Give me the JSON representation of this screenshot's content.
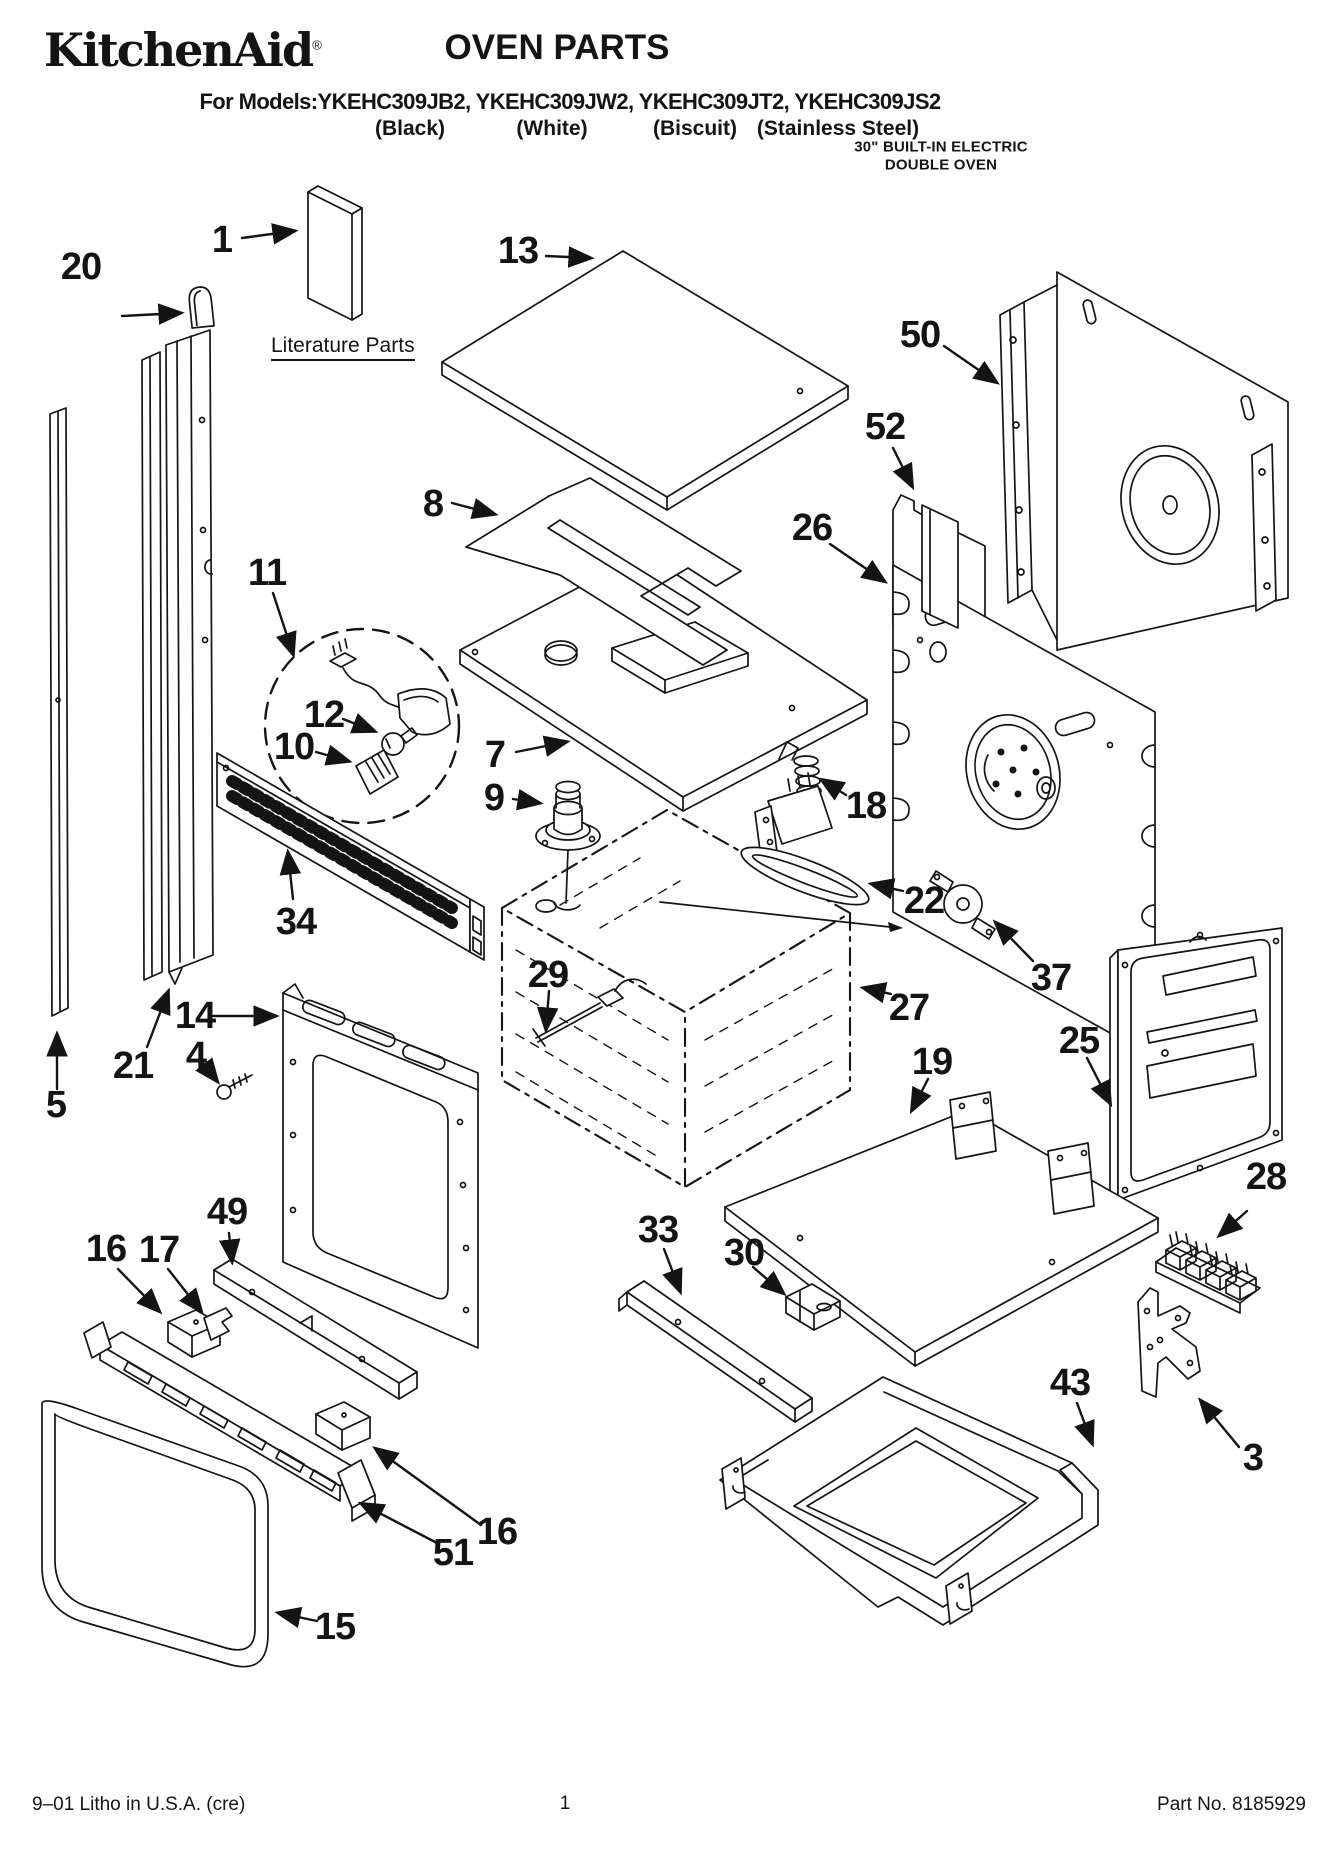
{
  "header": {
    "brand": "KitchenAid",
    "registered_mark": "®",
    "title": "OVEN PARTS",
    "models_line": "For Models:YKEHC309JB2, YKEHC309JW2, YKEHC309JT2, YKEHC309JS2",
    "finishes": [
      "(Black)",
      "(White)",
      "(Biscuit)",
      "(Stainless Steel)"
    ],
    "product_type_line1": "30\" BUILT-IN ELECTRIC",
    "product_type_line2": "DOUBLE OVEN"
  },
  "diagram": {
    "literature_label": "Literature Parts",
    "callouts": [
      {
        "label": "1"
      },
      {
        "label": "20"
      },
      {
        "label": "13"
      },
      {
        "label": "50"
      },
      {
        "label": "52"
      },
      {
        "label": "8"
      },
      {
        "label": "26"
      },
      {
        "label": "11"
      },
      {
        "label": "12"
      },
      {
        "label": "10"
      },
      {
        "label": "7"
      },
      {
        "label": "9"
      },
      {
        "label": "18"
      },
      {
        "label": "22"
      },
      {
        "label": "34"
      },
      {
        "label": "29"
      },
      {
        "label": "37"
      },
      {
        "label": "27"
      },
      {
        "label": "14"
      },
      {
        "label": "25"
      },
      {
        "label": "4"
      },
      {
        "label": "19"
      },
      {
        "label": "21"
      },
      {
        "label": "5"
      },
      {
        "label": "28"
      },
      {
        "label": "49"
      },
      {
        "label": "33"
      },
      {
        "label": "16"
      },
      {
        "label": "17"
      },
      {
        "label": "30"
      },
      {
        "label": "43"
      },
      {
        "label": "3"
      },
      {
        "label": "16"
      },
      {
        "label": "51"
      },
      {
        "label": "15"
      }
    ]
  },
  "footer": {
    "left": "9–01 Litho in U.S.A. (cre)",
    "center_page": "1",
    "right": "Part No. 8185929"
  }
}
